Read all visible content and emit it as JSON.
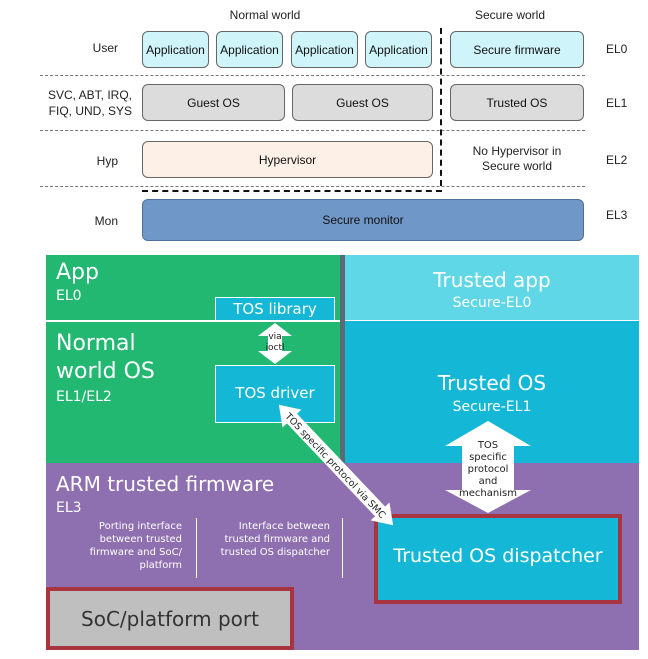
{
  "top": {
    "normal_world": "Normal world",
    "secure_world": "Secure world",
    "rows": {
      "user": "User",
      "svc_line1": "SVC, ABT, IRQ,",
      "svc_line2": "FIQ, UND, SYS",
      "hyp": "Hyp",
      "mon": "Mon"
    },
    "levels": {
      "el0": "EL0",
      "el1": "EL1",
      "el2": "EL2",
      "el3": "EL3"
    },
    "applications": [
      "Application",
      "Application",
      "Application",
      "Application"
    ],
    "secure_firmware": "Secure firmware",
    "guest_os": [
      "Guest OS",
      "Guest OS"
    ],
    "trusted_os": "Trusted OS",
    "hypervisor": "Hypervisor",
    "no_hyp_line1": "No Hypervisor in",
    "no_hyp_line2": "Secure world",
    "secure_monitor": "Secure monitor"
  },
  "bottom": {
    "app_title": "App",
    "app_el": "EL0",
    "tos_library": "TOS library",
    "via": "via",
    "ioctl": "ioctl",
    "normal_os_line1": "Normal",
    "normal_os_line2": "world OS",
    "normal_os_el": "EL1/EL2",
    "tos_driver": "TOS driver",
    "trusted_app": "Trusted app",
    "trusted_app_el": "Secure-EL0",
    "trusted_os": "Trusted OS",
    "trusted_os_el": "Secure-EL1",
    "tos_mech": [
      "TOS",
      "specific",
      "protocol",
      "and",
      "mechanism"
    ],
    "smc_label": "TOS specific protocol via SMC",
    "atf_title": "ARM trusted firmware",
    "atf_el": "EL3",
    "porting": [
      "Porting interface",
      "between trusted",
      "firmware and SoC/",
      "platform"
    ],
    "interface": [
      "Interface between",
      "trusted firmware and",
      "trusted OS dispatcher"
    ],
    "dispatcher": "Trusted OS dispatcher",
    "soc": "SoC/platform port"
  },
  "colors": {
    "green": "#23b872",
    "teal_light": "#5fd7e6",
    "teal": "#14b8d6",
    "purple": "#8e6fb0",
    "red": "#a8343f",
    "gray": "#bfbfbf"
  }
}
